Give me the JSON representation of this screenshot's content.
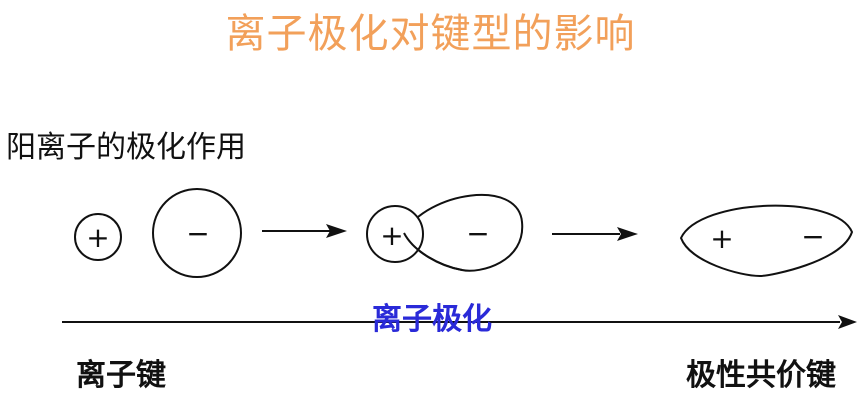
{
  "title": "离子极化对键型的影响",
  "subtitle": "阳离子的极化作用",
  "axis_middle_label": "离子极化",
  "axis_left_label": "离子键",
  "axis_right_label": "极性共价键",
  "signs": {
    "plus": "+",
    "minus": "−"
  },
  "colors": {
    "title": "#f2a05a",
    "middle_label": "#2a2ad8",
    "text": "#111111"
  }
}
